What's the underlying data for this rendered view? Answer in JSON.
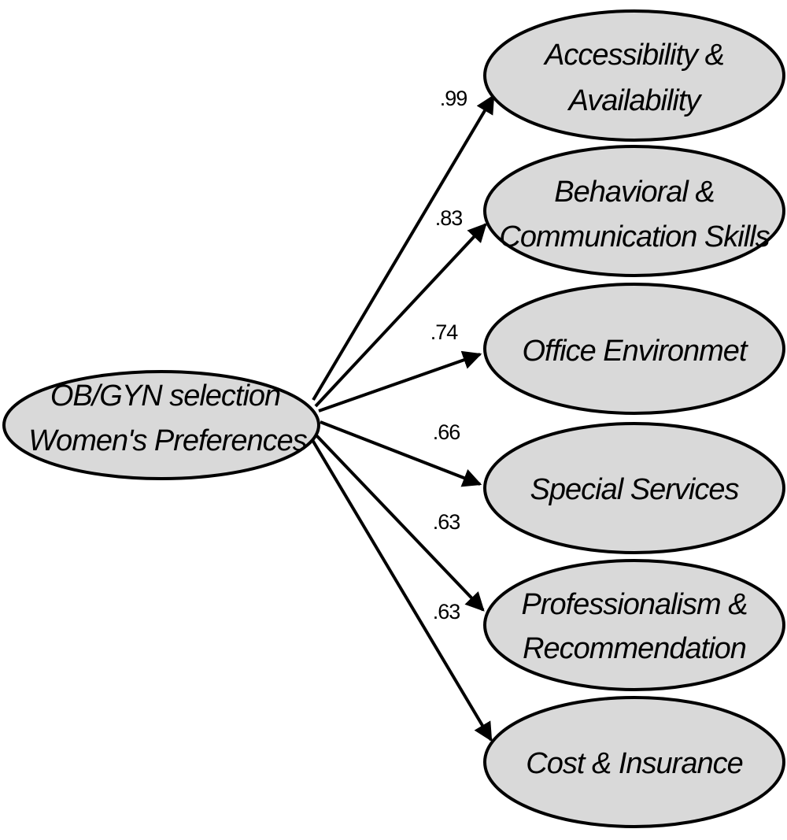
{
  "source": {
    "id": "source",
    "lines": [
      "OB/GYN selection",
      "Women's Preferences"
    ]
  },
  "targets": [
    {
      "id": "accessibility",
      "lines": [
        "Accessibility &",
        "Availability"
      ],
      "loading": ".99"
    },
    {
      "id": "behavioral",
      "lines": [
        "Behavioral &",
        "Communication Skills"
      ],
      "loading": ".83"
    },
    {
      "id": "office",
      "lines": [
        "Office Environmet"
      ],
      "loading": ".74"
    },
    {
      "id": "special",
      "lines": [
        "Special Services"
      ],
      "loading": ".66"
    },
    {
      "id": "professionalism",
      "lines": [
        "Professionalism &",
        "Recommendation"
      ],
      "loading": ".63"
    },
    {
      "id": "cost",
      "lines": [
        "Cost & Insurance"
      ],
      "loading": ".63"
    }
  ],
  "colors": {
    "node_fill": "#d9d9d9",
    "stroke": "#000000",
    "background": "#ffffff"
  }
}
